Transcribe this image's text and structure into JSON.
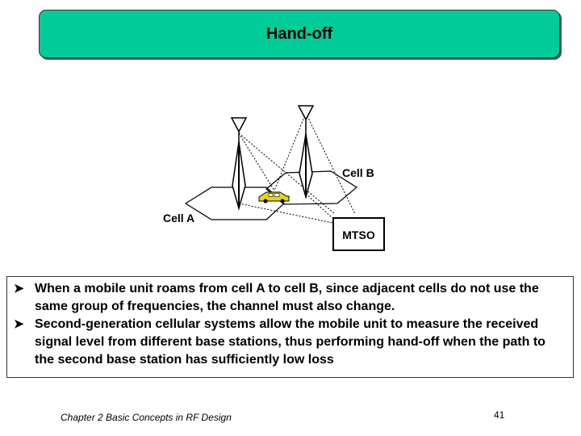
{
  "title": "Hand-off",
  "diagram": {
    "cell_a_label": "Cell A",
    "cell_b_label": "Cell B",
    "mtso_label": "MTSO"
  },
  "bullets": [
    "When a mobile unit roams from cell A to cell B, since adjacent cells do not use the same group of frequencies, the channel must also change.",
    "Second-generation cellular systems allow the mobile unit to measure the received signal level from different base stations, thus performing hand-off when the path to the second base station has sufficiently low loss"
  ],
  "footer": {
    "chapter": "Chapter 2 Basic Concepts in RF Design",
    "page_number": "41"
  },
  "colors": {
    "title_bg": "#00cc99",
    "car": "#e8d800"
  },
  "icons": {
    "bullet": "arrow-bullet-icon"
  }
}
